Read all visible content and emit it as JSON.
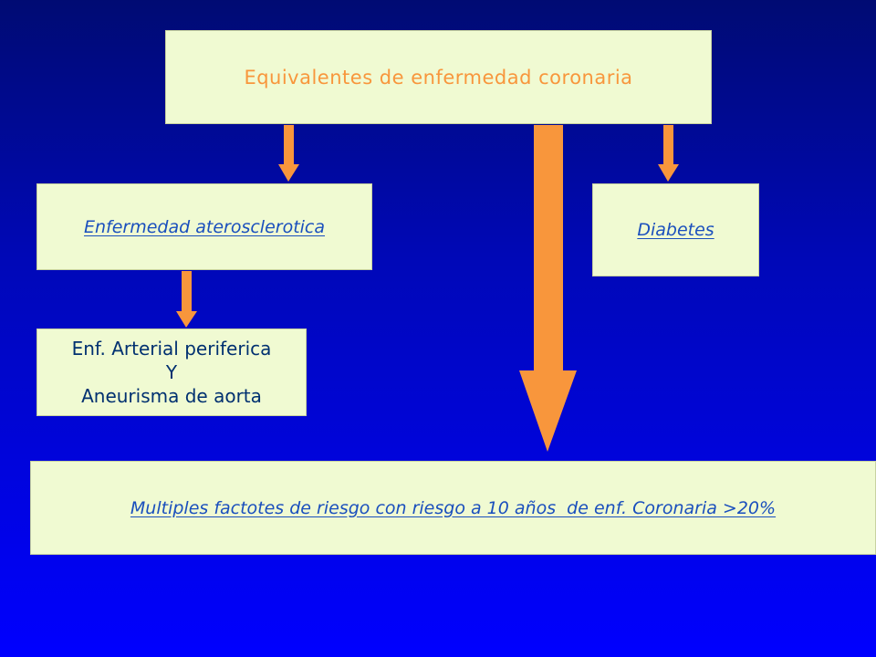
{
  "diagram": {
    "title_box": {
      "text": "Equivalentes de enfermedad coronaria"
    },
    "atherosclerotic_box": {
      "text": "Enfermedad aterosclerotica"
    },
    "diabetes_box": {
      "text": "Diabetes"
    },
    "peripheral_box": {
      "line1": "Enf. Arterial periferica",
      "line2": "Y",
      "line3": "Aneurisma de aorta"
    },
    "multiple_factors_box": {
      "text": "Multiples factotes de riesgo con riesgo a 10 años  de enf. Coronaria >20%"
    }
  },
  "colors": {
    "background_top": "#000b73",
    "background_bottom": "#0000ff",
    "box_fill": "#f0fad2",
    "arrow": "#f8963c",
    "title_text": "#f8963c",
    "link_text": "#1a4fbd"
  }
}
